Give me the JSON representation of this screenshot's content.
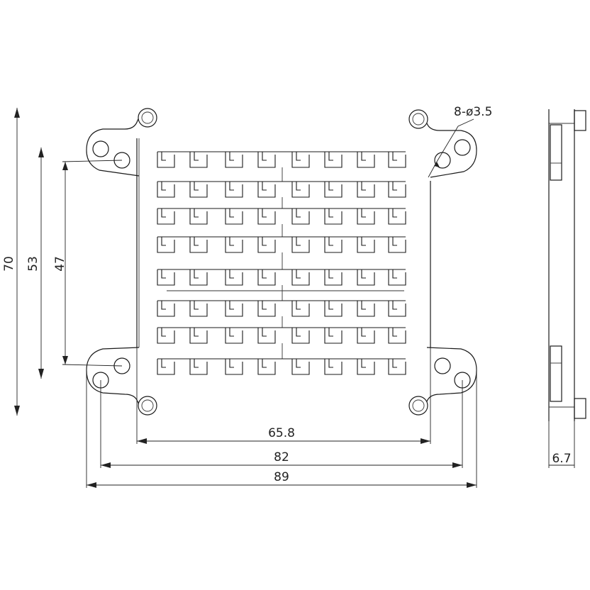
{
  "drawing": {
    "hole_callout": "8-ø3.5",
    "dimensions": {
      "height_overall": "70",
      "height_mid": "53",
      "height_inner": "47",
      "width_inner": "65.8",
      "width_holes": "82",
      "width_overall": "89",
      "thickness": "6.7"
    }
  },
  "grid": {
    "rows": 8,
    "columns": 8
  }
}
